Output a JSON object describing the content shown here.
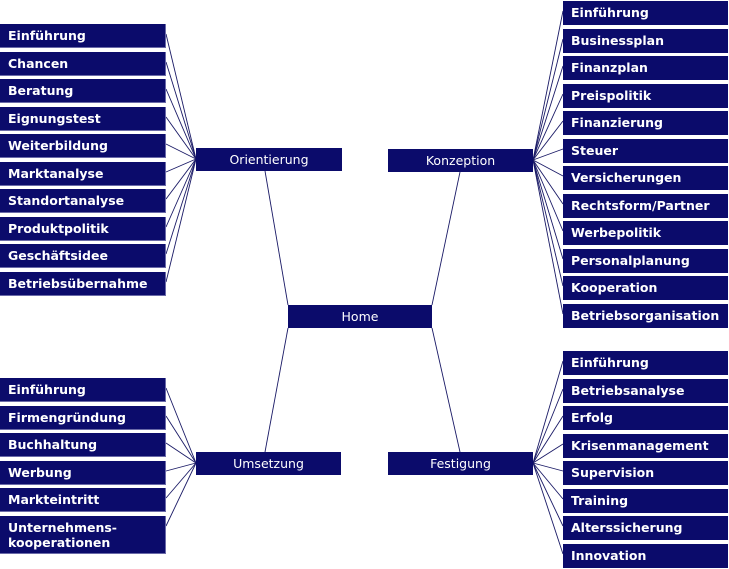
{
  "accent_color": "#0b0b6b",
  "home": "Home",
  "orientierung": {
    "label": "Orientierung",
    "items": [
      "Einführung",
      "Chancen",
      "Beratung",
      "Eignungstest",
      "Weiterbildung",
      "Marktanalyse",
      "Standortanalyse",
      "Produktpolitik",
      "Geschäftsidee",
      "Betriebsübernahme"
    ]
  },
  "konzeption": {
    "label": "Konzeption",
    "items": [
      "Einführung",
      "Businessplan",
      "Finanzplan",
      "Preispolitik",
      "Finanzierung",
      "Steuer",
      "Versicherungen",
      "Rechtsform/Partner",
      "Werbepolitik",
      "Personalplanung",
      "Kooperation",
      "Betriebsorganisation"
    ]
  },
  "umsetzung": {
    "label": "Umsetzung",
    "items": [
      "Einführung",
      "Firmengründung",
      "Buchhaltung",
      "Werbung",
      "Markteintritt",
      "Unternehmens-\nkooperationen"
    ]
  },
  "festigung": {
    "label": "Festigung",
    "items": [
      "Einführung",
      "Betriebsanalyse",
      "Erfolg",
      "Krisenmanagement",
      "Supervision",
      "Training",
      "Alterssicherung",
      "Innovation"
    ]
  }
}
